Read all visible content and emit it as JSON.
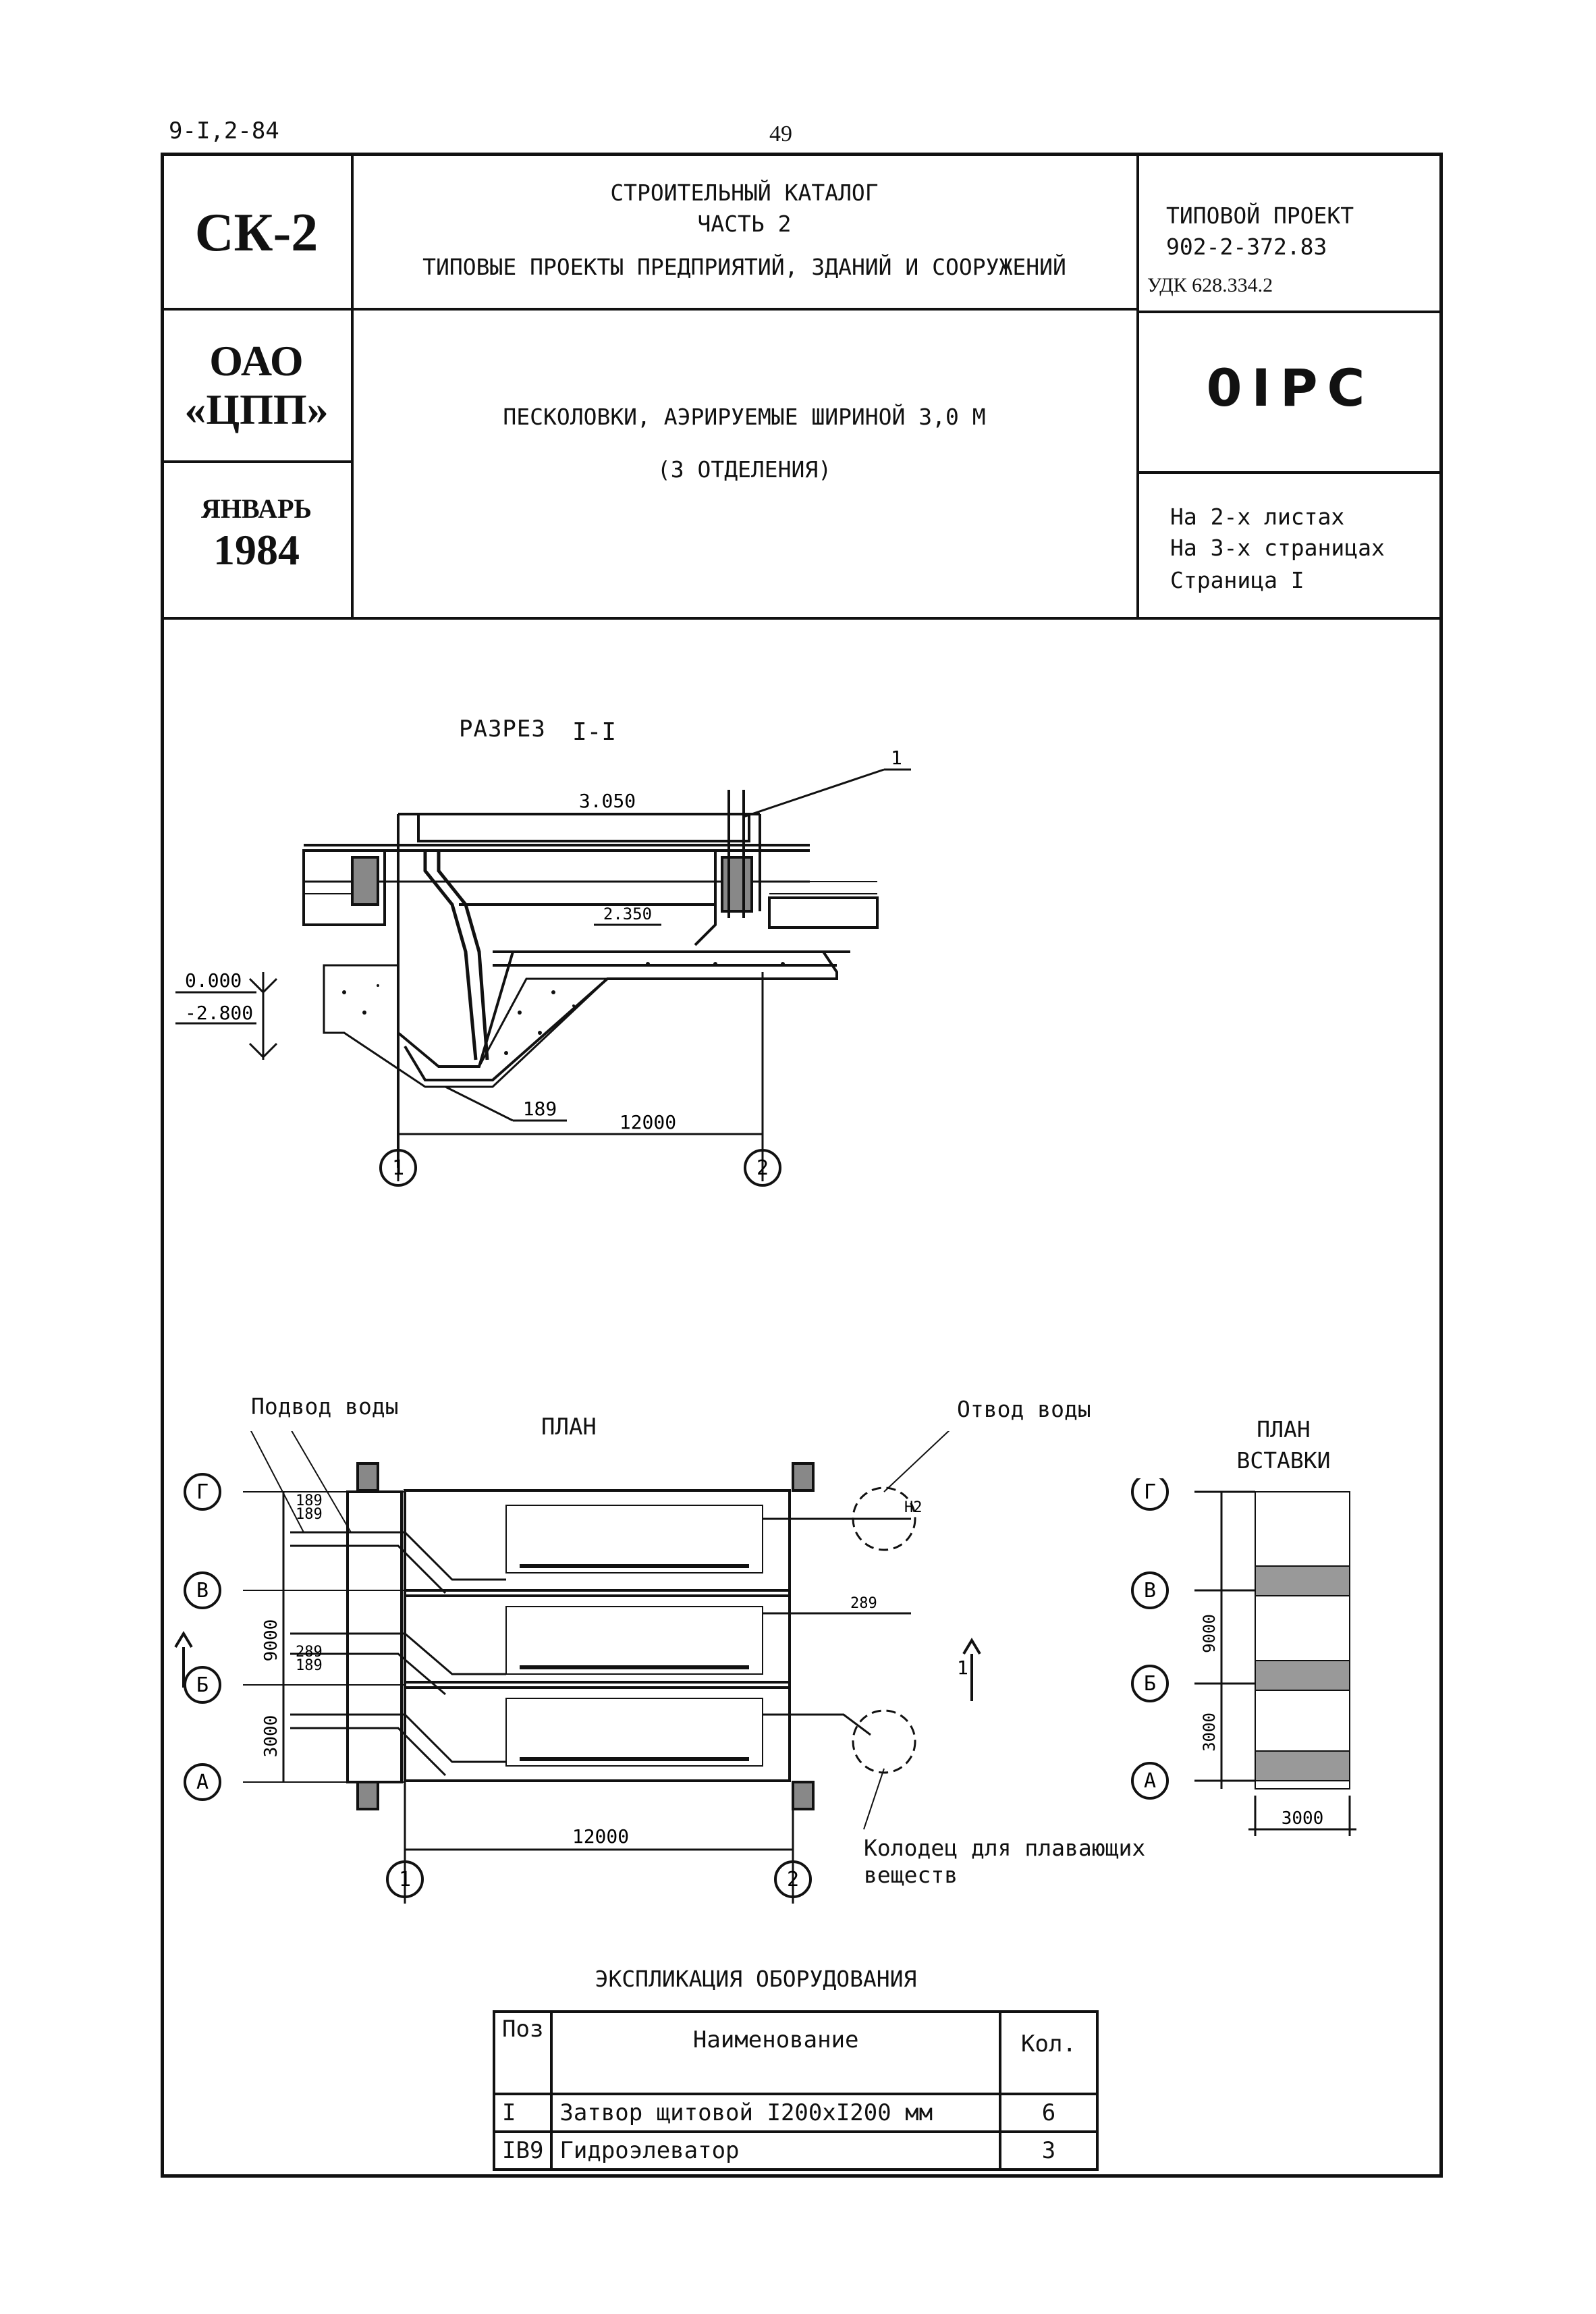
{
  "page": {
    "code": "9-I,2-84",
    "number": "49"
  },
  "header": {
    "catalog_code": "СК-2",
    "catalog_line1": "СТРОИТЕЛЬНЫЙ КАТАЛОГ",
    "catalog_line2": "ЧАСТЬ 2",
    "catalog_line3": "ТИПОВЫЕ ПРОЕКТЫ ПРЕДПРИЯТИЙ, ЗДАНИЙ И СООРУЖЕНИЙ",
    "project_label": "ТИПОВОЙ ПРОЕКТ",
    "project_number": "902-2-372.83",
    "udk": "УДК 628.334.2",
    "org_line1": "ОАО",
    "org_line2": "«ЦПП»",
    "doc_title": "ПЕСКОЛОВКИ, АЭРИРУЕМЫЕ ШИРИНОЙ 3,0 М",
    "doc_subtitle": "(3 ОТДЕЛЕНИЯ)",
    "doc_code": "0IPC",
    "month": "ЯНВАРЬ",
    "year": "1984",
    "sheets": "На 2-х листах",
    "pages": "На 3-х страницах",
    "page_label": "Страница I"
  },
  "section": {
    "title": "РАЗРЕЗ",
    "mark": "I-I",
    "dim_top": "3.050",
    "dim_water": "2.350",
    "level_0": "0.000",
    "level_1": "-2.800",
    "dim_189": "189",
    "dim_length": "12000",
    "callout_1": "1",
    "axis_1": "1",
    "axis_2": "2"
  },
  "plan": {
    "title": "ПЛАН",
    "inlet": "Подвод воды",
    "outlet": "Отвод воды",
    "well_line1": "Колодец для плавающих",
    "well_line2": "веществ",
    "dim_9000": "9000",
    "dim_3000": "3000",
    "dim_12000": "12000",
    "dim_189a": "189",
    "dim_189b": "189",
    "dim_289a": "289",
    "dim_289b": "289",
    "dim_189c": "189",
    "dim_h2": "Н2",
    "cut_mark": "1",
    "axes": [
      "Г",
      "В",
      "Б",
      "А"
    ],
    "axis_1": "1",
    "axis_2": "2"
  },
  "insert": {
    "title_line1": "ПЛАН",
    "title_line2": "ВСТАВКИ",
    "axes": [
      "Г",
      "В",
      "Б",
      "А"
    ],
    "dim_9000": "9000",
    "dim_3000": "3000",
    "dim_width": "3000"
  },
  "explication": {
    "title": "ЭКСПЛИКАЦИЯ ОБОРУДОВАНИЯ",
    "headers": [
      "Поз",
      "Наименование",
      "Кол."
    ],
    "rows": [
      [
        "I",
        "Затвор щитовой I200хI200 мм",
        "6"
      ],
      [
        "IB9",
        "Гидроэлеватор",
        "3"
      ]
    ]
  }
}
